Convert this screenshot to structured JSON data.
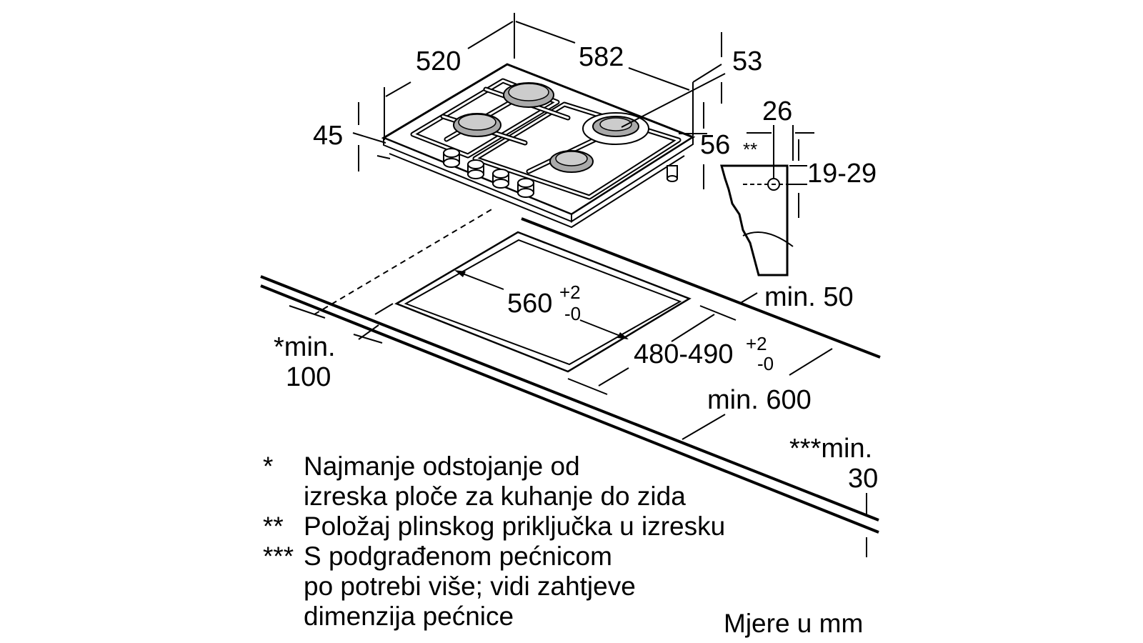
{
  "dimensions": {
    "d520": "520",
    "d582": "582",
    "d53": "53",
    "d45": "45",
    "d26": "26",
    "d56": "56",
    "d_star2": "**",
    "d19_29": "19-29",
    "min50": "min. 50",
    "cut_width": "560",
    "cut_width_tol_plus": "+2",
    "cut_width_tol_minus": "-0",
    "cut_depth": "480-490",
    "cut_depth_tol_plus": "+2",
    "cut_depth_tol_minus": "-0",
    "wall_min_line1": "*min.",
    "wall_min_line2": "100",
    "min600": "min. 600",
    "oven_min_line1": "***min.",
    "oven_min_line2": "30"
  },
  "notes": [
    {
      "marker": "*",
      "lines": [
        "Najmanje odstojanje od",
        "izreska ploče za kuhanje do zida"
      ]
    },
    {
      "marker": "**",
      "lines": [
        "Položaj plinskog priključka u izresku"
      ]
    },
    {
      "marker": "***",
      "lines": [
        "S podgrađenom pećnicom",
        "po potrebi više; vidi zahtjeve",
        "dimenzija pećnice"
      ]
    }
  ],
  "units": "Mjere u mm"
}
